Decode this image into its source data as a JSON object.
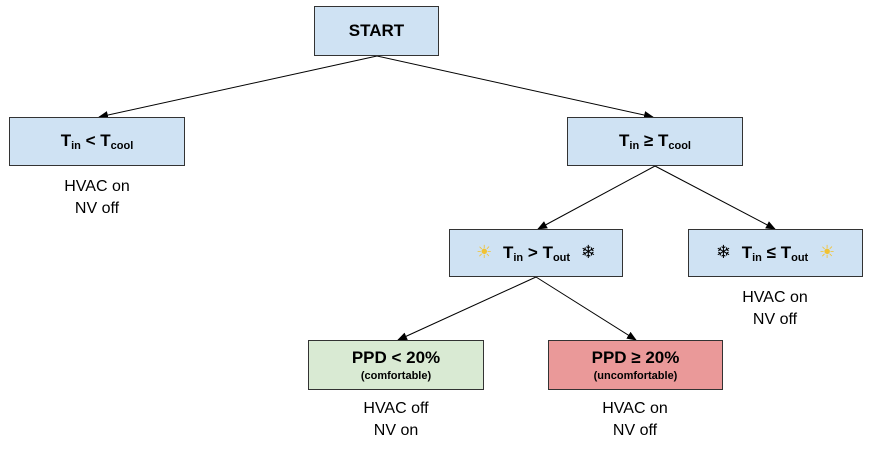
{
  "nodes": {
    "start": {
      "label": "START",
      "color": "#cfe2f3"
    },
    "tin_lt_tcool": {
      "t": "T",
      "in": "in",
      "op": "<",
      "t2": "T",
      "sub2": "cool"
    },
    "tin_ge_tcool": {
      "t": "T",
      "in": "in",
      "op": "≥",
      "t2": "T",
      "sub2": "cool"
    },
    "tin_gt_tout": {
      "icon_left": "sun-icon",
      "icon_right": "snowflake-icon",
      "icon_left_glyph": "☀",
      "icon_right_glyph": "❄",
      "t": "T",
      "in": "in",
      "op": ">",
      "t2": "T",
      "sub2": "out"
    },
    "tin_le_tout": {
      "icon_left": "snowflake-icon",
      "icon_right": "sun-icon",
      "icon_left_glyph": "❄",
      "icon_right_glyph": "☀",
      "t": "T",
      "in": "in",
      "op": "≤",
      "t2": "T",
      "sub2": "out"
    },
    "ppd_low": {
      "label": "PPD < 20%",
      "note": "(comfortable)",
      "color": "#d9ead3"
    },
    "ppd_high": {
      "label": "PPD ≥ 20%",
      "note": "(uncomfortable)",
      "color": "#ea9999"
    }
  },
  "outcomes": {
    "cool_branch": {
      "line1": "HVAC on",
      "line2": "NV off"
    },
    "out_warmer": {
      "line1": "HVAC on",
      "line2": "NV off"
    },
    "comfortable": {
      "line1": "HVAC off",
      "line2": "NV on"
    },
    "uncomfortable": {
      "line1": "HVAC on",
      "line2": "NV off"
    }
  },
  "colors": {
    "box_blue": "#cfe2f3",
    "box_green": "#d9ead3",
    "box_red": "#ea9999",
    "sun": "#f1c232"
  }
}
